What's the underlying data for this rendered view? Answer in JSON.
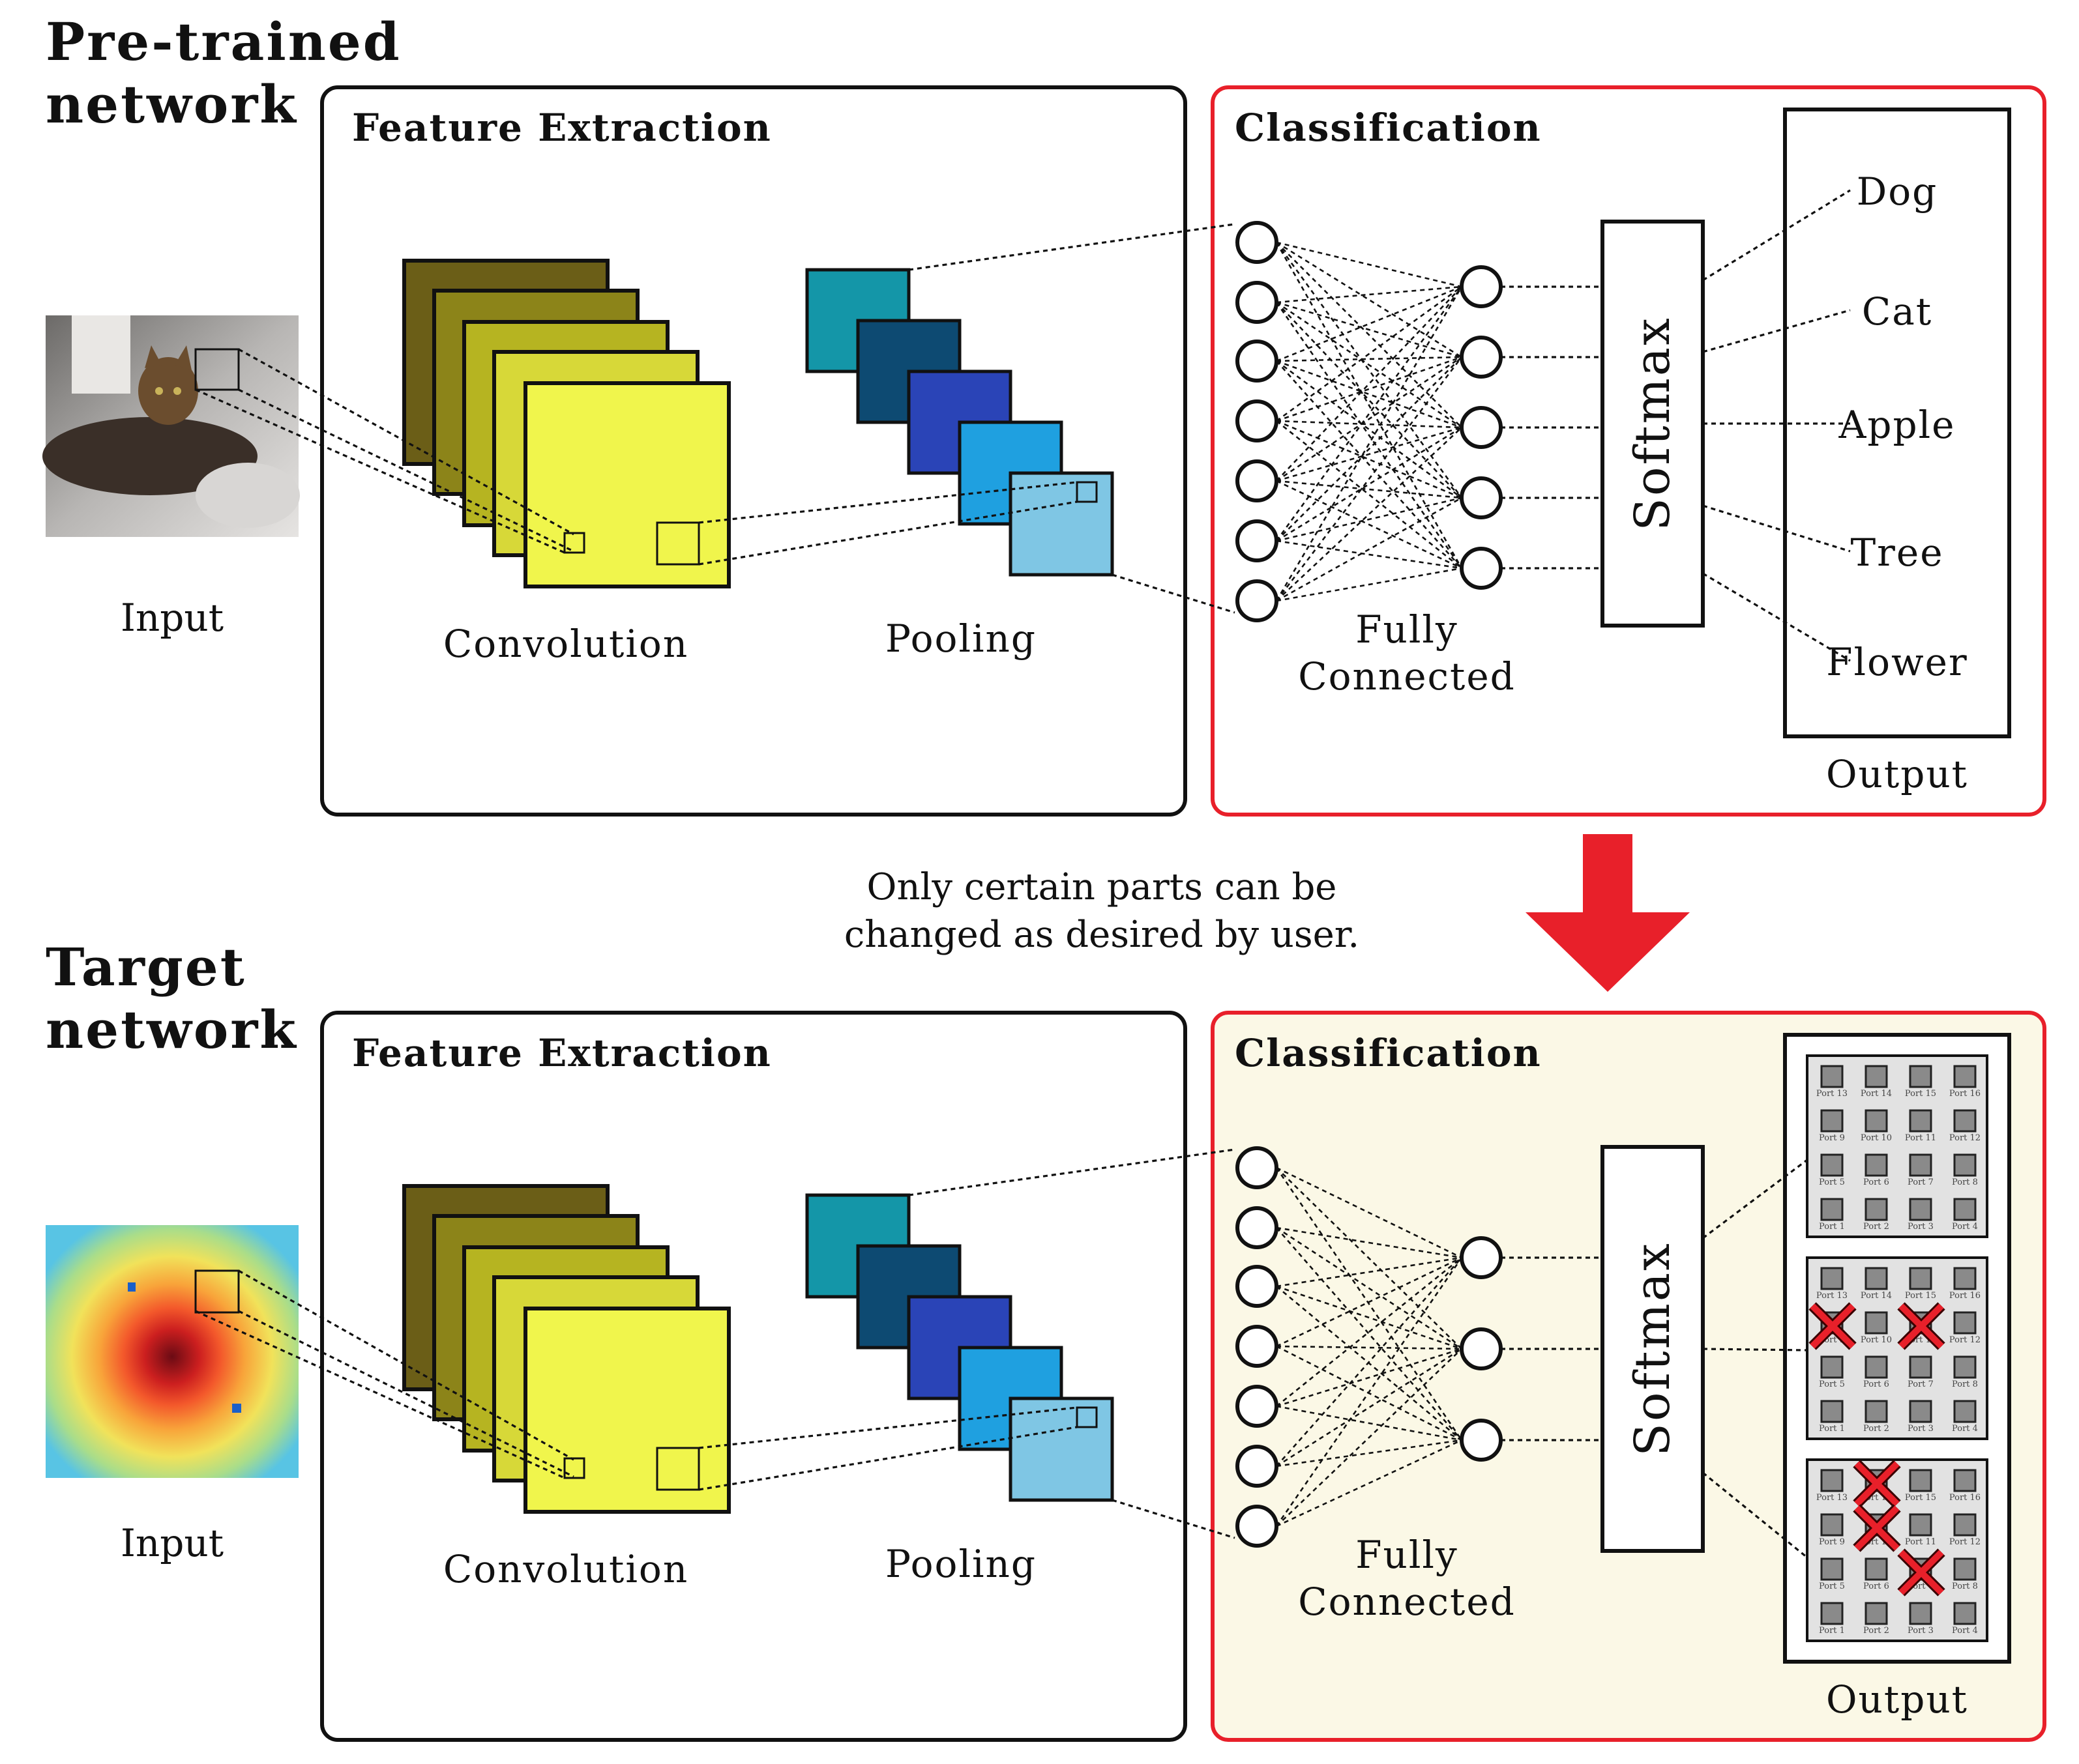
{
  "top": {
    "title_line1": "Pre-trained",
    "title_line2": "network",
    "input_label": "Input",
    "input_image": "photo of a cat lying on a bed",
    "feature_panel_title": "Feature Extraction",
    "conv_label": "Convolution",
    "pool_label": "Pooling",
    "class_panel_title": "Classification",
    "fc_label_line1": "Fully",
    "fc_label_line2": "Connected",
    "softmax_label": "Softmax",
    "outputs": [
      "Dog",
      "Cat",
      "Apple",
      "Tree",
      "Flower"
    ],
    "output_label": "Output"
  },
  "transition_text_line1": "Only certain parts can be",
  "transition_text_line2": "changed as desired by user.",
  "bottom": {
    "title_line1": "Target",
    "title_line2": "network",
    "input_label": "Input",
    "input_image": "heatmap grid",
    "feature_panel_title": "Feature Extraction",
    "conv_label": "Convolution",
    "pool_label": "Pooling",
    "class_panel_title": "Classification",
    "fc_label_line1": "Fully",
    "fc_label_line2": "Connected",
    "softmax_label": "Softmax",
    "output_label": "Output",
    "port_grid_rows": [
      [
        "Port 13",
        "Port 14",
        "Port 15",
        "Port 16"
      ],
      [
        "Port 9",
        "Port 10",
        "Port 11",
        "Port 12"
      ],
      [
        "Port 5",
        "Port 6",
        "Port 7",
        "Port 8"
      ],
      [
        "Port 1",
        "Port 2",
        "Port 3",
        "Port 4"
      ]
    ],
    "failed_ports": [
      [],
      [
        "Port 9",
        "Port 11"
      ],
      [
        "Port 14",
        "Port 10",
        "Port 7"
      ]
    ]
  },
  "colors": {
    "red_accent": "#e8202a",
    "classification_bg_target": "#fbf8e6",
    "conv_layers": [
      "#6b5e17",
      "#8c8419",
      "#b6b421",
      "#d7d838",
      "#f0f54c"
    ],
    "pool_layers": [
      "#1496a8",
      "#0d4a72",
      "#2a44b7",
      "#1fa0e0",
      "#7fc6e4"
    ]
  }
}
